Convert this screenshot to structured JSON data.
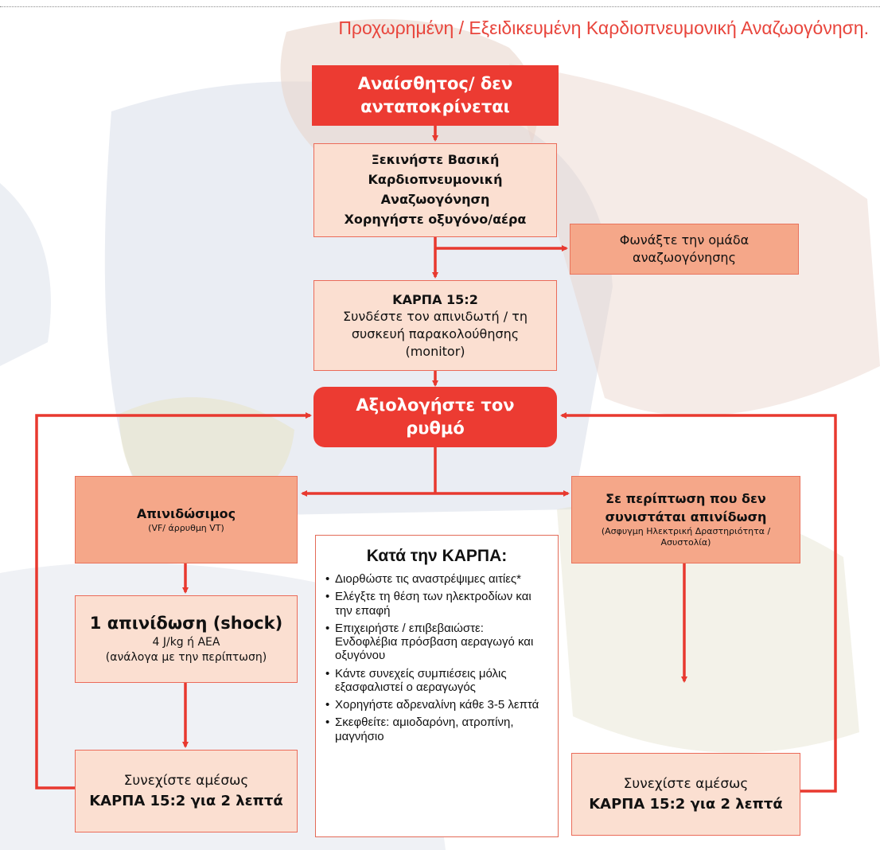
{
  "title": "Προχωρημένη / Εξειδικευμένη Καρδιοπνευμονική Αναζωογόνηση.",
  "boxes": {
    "unconscious": {
      "line1": "Αναίσθητος/ δεν",
      "line2": "ανταποκρίνεται"
    },
    "start_bls": {
      "lines": [
        "Ξεκινήστε Βασική",
        "Καρδιοπνευμονική",
        "Αναζωογόνηση",
        "Χορηγήστε οξυγόνο/αέρα"
      ]
    },
    "call_team": {
      "line1": "Φωνάξτε την ομάδα",
      "line2": "αναζωογόνησης"
    },
    "cpr_connect": {
      "heading": "ΚΑΡΠΑ 15:2",
      "lines": [
        "Συνδέστε τον απινιδωτή / τη",
        "συσκευή παρακολούθησης",
        "(monitor)"
      ]
    },
    "assess_rhythm": {
      "line1": "Αξιολογήστε τον",
      "line2": "ρυθμό"
    },
    "shockable": {
      "heading": "Απινιδώσιμος",
      "sub": "(VF/ άρρυθμη VT)"
    },
    "non_shockable": {
      "line1": "Σε περίπτωση που δεν",
      "line2": "συνιστάται απινίδωση",
      "sub1": "(Ασφυγμη Ηλεκτρική Δραστηριότητα /",
      "sub2": "Ασυστολία)"
    },
    "one_shock": {
      "heading": "1 απινίδωση (shock)",
      "line1": "4 J/kg ή ΑΕΑ",
      "line2": "(ανάλογα με την περίπτωση)"
    },
    "continue_left": {
      "line1": "Συνεχίστε αμέσως",
      "line2": "ΚΑΡΠΑ 15:2 για 2 λεπτά"
    },
    "continue_right": {
      "line1": "Συνεχίστε αμέσως",
      "line2": "ΚΑΡΠΑ 15:2 για 2 λεπτά"
    },
    "during_cpr": {
      "heading": "Κατά την ΚΑΡΠΑ:",
      "items": [
        "Διορθώστε τις αναστρέψιμες αιτίες*",
        "Ελέγξτε τη θέση των ηλεκτροδίων και την επαφή",
        "Επιχειρήστε / επιβεβαιώστε: Ενδοφλέβια πρόσβαση αεραγωγό και οξυγόνου",
        "Κάντε συνεχείς συμπιέσεις μόλις εξασφαλιστεί ο αεραγωγός",
        "Χορηγήστε αδρεναλίνη κάθε 3-5 λεπτά",
        "Σκεφθείτε: αμιοδαρόνη, ατροπίνη, μαγνήσιο"
      ]
    }
  },
  "colors": {
    "red": "#ec3b32",
    "light": "#fbdfd1",
    "mid": "#f5a789",
    "arrow": "#e8392f"
  }
}
